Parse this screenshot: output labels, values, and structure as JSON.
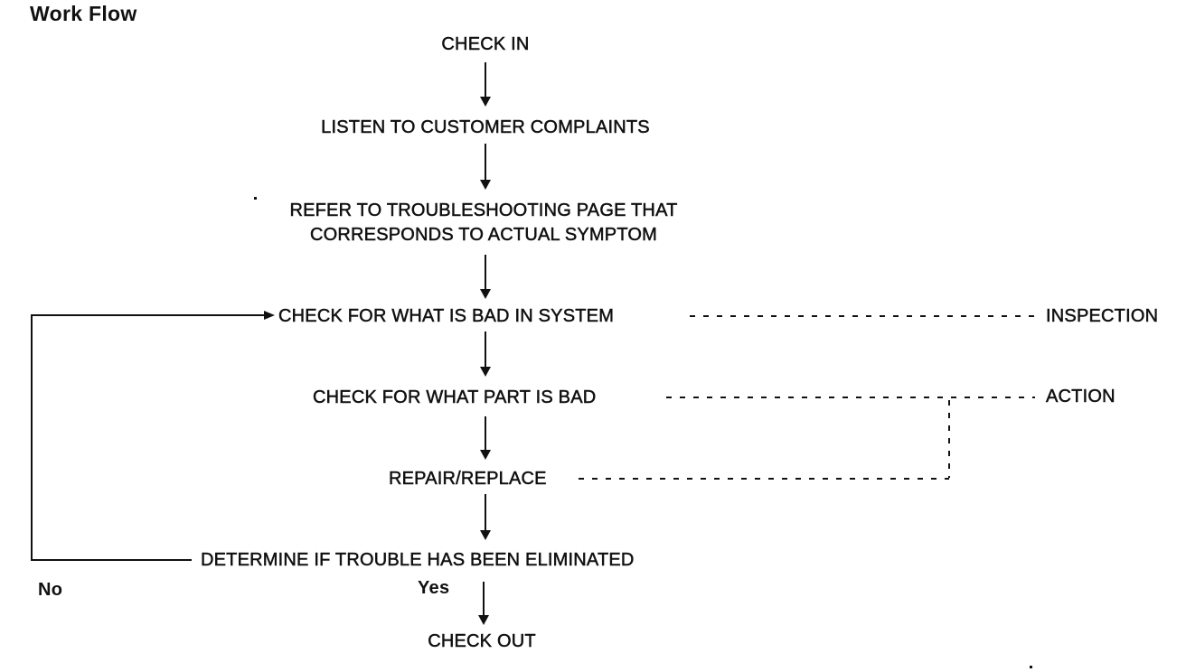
{
  "page_title": "Work Flow",
  "flowchart": {
    "nodes": {
      "check_in": "CHECK IN",
      "listen": "LISTEN TO CUSTOMER COMPLAINTS",
      "refer_line1": "REFER TO TROUBLESHOOTING PAGE THAT",
      "refer_line2": "CORRESPONDS TO ACTUAL SYMPTOM",
      "check_system": "CHECK FOR WHAT IS BAD IN SYSTEM",
      "check_part": "CHECK FOR WHAT PART IS BAD",
      "repair": "REPAIR/REPLACE",
      "determine": "DETERMINE IF TROUBLE HAS BEEN ELIMINATED",
      "check_out": "CHECK OUT"
    },
    "side_labels": {
      "inspection": "INSPECTION",
      "action": "ACTION"
    },
    "branch_labels": {
      "no": "No",
      "yes": "Yes"
    },
    "colors": {
      "ink": "#111111",
      "background": "#ffffff"
    }
  }
}
